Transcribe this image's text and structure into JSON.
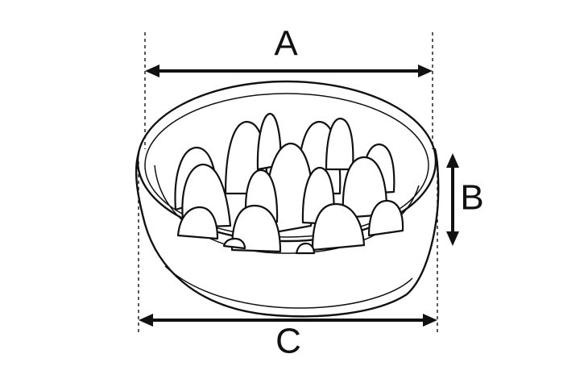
{
  "labels": {
    "top_width": "A",
    "height": "B",
    "bottom_width": "C"
  },
  "colors": {
    "line": "#111111",
    "background": "#ffffff"
  }
}
